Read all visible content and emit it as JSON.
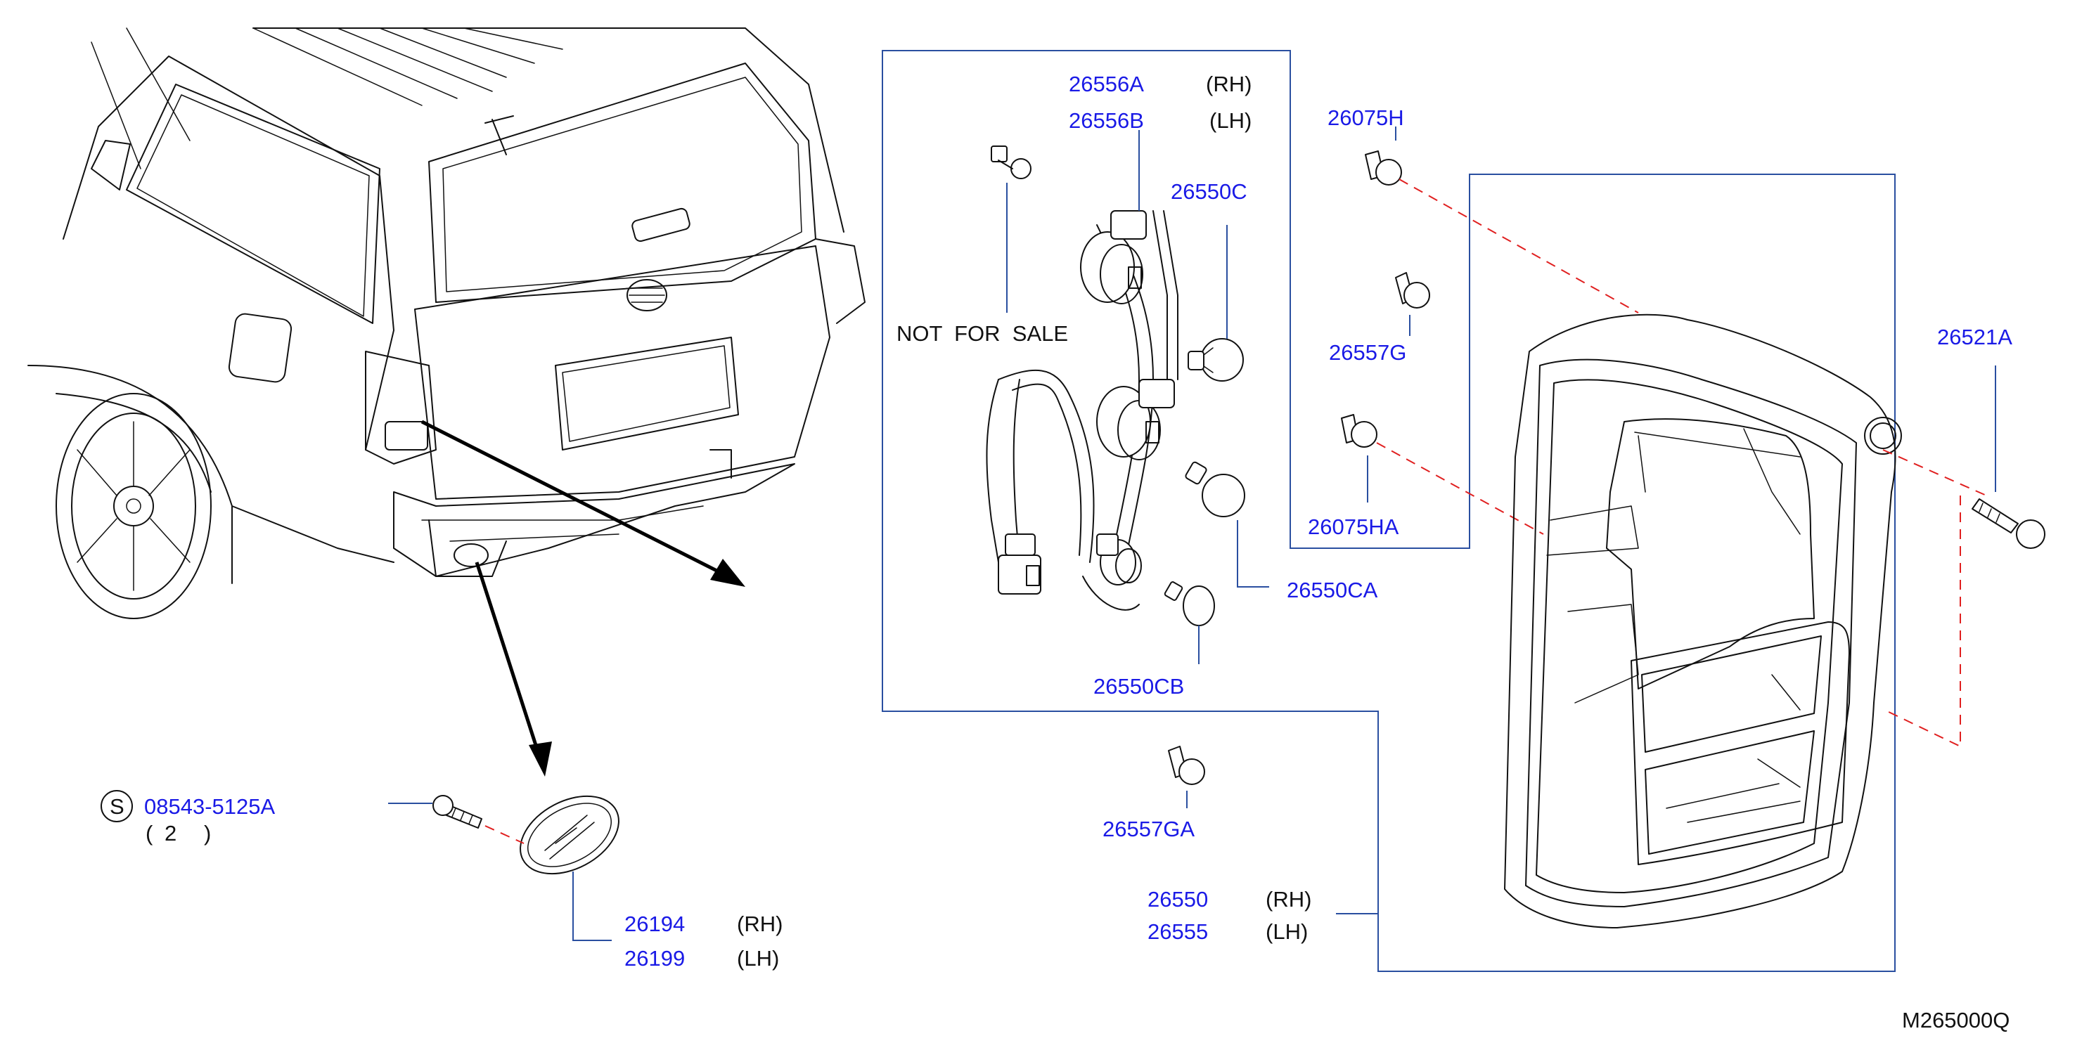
{
  "diagram": {
    "drawing_code": "M265000Q",
    "stamp": "NOT  FOR  SALE",
    "colors": {
      "part_number": "#1a1ae6",
      "leader": "#2a4fa0",
      "dashed_guide": "#e02020",
      "line_art": "#111111"
    },
    "parts": {
      "p26556A": {
        "number": "26556A",
        "side": "(RH)"
      },
      "p26556B": {
        "number": "26556B",
        "side": "(LH)"
      },
      "p26550C": {
        "number": "26550C"
      },
      "p26550CA": {
        "number": "26550CA"
      },
      "p26550CB": {
        "number": "26550CB"
      },
      "p26075H": {
        "number": "26075H"
      },
      "p26557G": {
        "number": "26557G"
      },
      "p26075HA": {
        "number": "26075HA"
      },
      "p26521A": {
        "number": "26521A"
      },
      "p26557GA": {
        "number": "26557GA"
      },
      "p26550": {
        "number": "26550",
        "side": "(RH)"
      },
      "p26555": {
        "number": "26555",
        "side": "(LH)"
      },
      "p26194": {
        "number": "26194",
        "side": "(RH)"
      },
      "p26199": {
        "number": "26199",
        "side": "(LH)"
      },
      "screw": {
        "marker": "S",
        "number": "08543-5125A",
        "qty_open": "(",
        "qty": "2",
        "qty_close": ")"
      }
    }
  }
}
